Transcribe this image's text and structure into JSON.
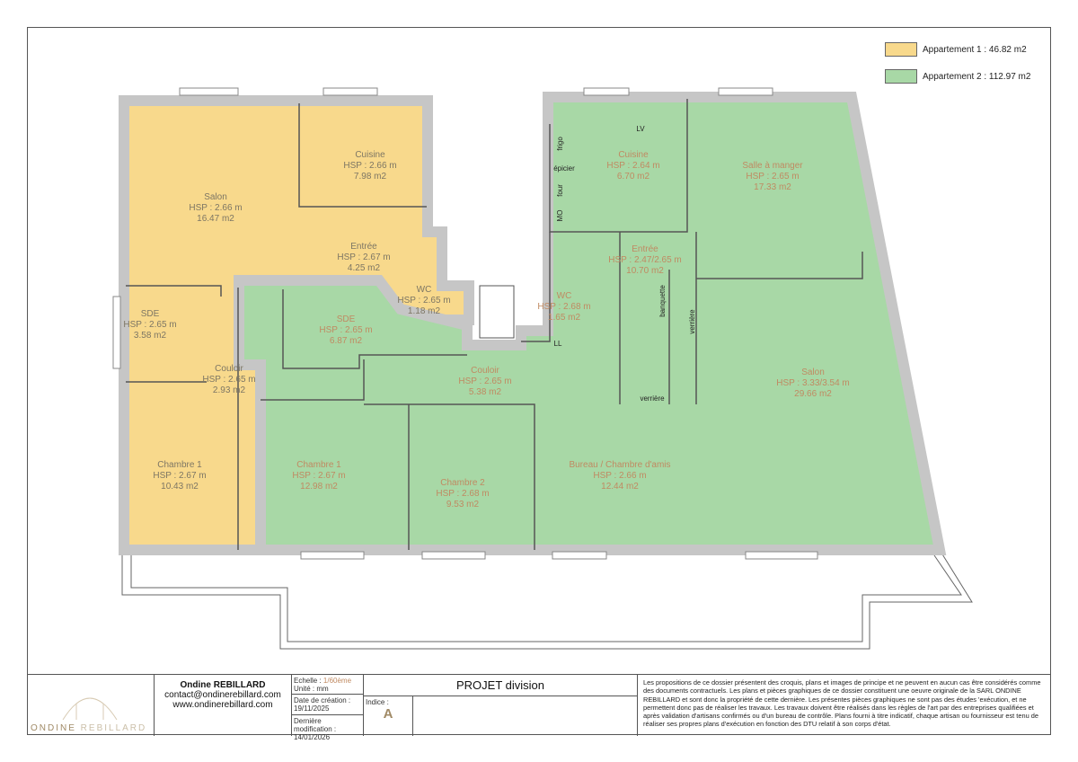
{
  "legend": [
    {
      "label": "Appartement 1 : 46.82 m2",
      "color": "#f8d98c"
    },
    {
      "label": "Appartement 2 : 112.97 m2",
      "color": "#a8d8a6"
    }
  ],
  "colors": {
    "apt1": "#f8d98c",
    "apt2": "#a8d8a6",
    "wall": "#c6c6c6",
    "apt1_text": "#7d7664",
    "apt2_text": "#c08a62"
  },
  "rooms": {
    "apt1": [
      {
        "name": "Salon",
        "hsp": "HSP : 2.66 m",
        "area": "16.47 m2"
      },
      {
        "name": "Cuisine",
        "hsp": "HSP : 2.66 m",
        "area": "7.98 m2"
      },
      {
        "name": "Entrée",
        "hsp": "HSP : 2.67 m",
        "area": "4.25 m2"
      },
      {
        "name": "WC",
        "hsp": "HSP : 2.65 m",
        "area": "1.18 m2"
      },
      {
        "name": "SDE",
        "hsp": "HSP : 2.65 m",
        "area": "3.58 m2"
      },
      {
        "name": "Couloir",
        "hsp": "HSP : 2.65 m",
        "area": "2.93 m2"
      },
      {
        "name": "Chambre 1",
        "hsp": "HSP : 2.67 m",
        "area": "10.43 m2"
      }
    ],
    "apt2": [
      {
        "name": "SDE",
        "hsp": "HSP : 2.65 m",
        "area": "6.87 m2"
      },
      {
        "name": "Couloir",
        "hsp": "HSP : 2.65 m",
        "area": "5.38 m2"
      },
      {
        "name": "Chambre 1",
        "hsp": "HSP : 2.67 m",
        "area": "12.98 m2"
      },
      {
        "name": "Chambre 2",
        "hsp": "HSP : 2.68 m",
        "area": "9.53 m2"
      },
      {
        "name": "Bureau / Chambre d'amis",
        "hsp": "HSP : 2.66 m",
        "area": "12.44 m2"
      },
      {
        "name": "Cuisine",
        "hsp": "HSP : 2.64 m",
        "area": "6.70 m2"
      },
      {
        "name": "Salle à manger",
        "hsp": "HSP : 2.65 m",
        "area": "17.33 m2"
      },
      {
        "name": "Entrée",
        "hsp": "HSP : 2.47/2.65 m",
        "area": "10.70 m2"
      },
      {
        "name": "WC",
        "hsp": "HSP : 2.68 m",
        "area": "1.65 m2"
      },
      {
        "name": "Salon",
        "hsp": "HSP : 3.33/3.54 m",
        "area": "29.66 m2"
      }
    ]
  },
  "fixtures": [
    "LV",
    "frigo",
    "épicier",
    "four",
    "MO",
    "LL",
    "banquette",
    "verrière",
    "verrière"
  ],
  "titleblock": {
    "logo": "ONDINE REBILLARD",
    "name": "Ondine REBILLARD",
    "email": "contact@ondinerebillard.com",
    "website": "www.ondinerebillard.com",
    "scale_label": "Echelle : ",
    "scale_value": "1/60ème",
    "unit": "Unité : mm",
    "created_label": "Date de création :",
    "created": "19/11/2025",
    "modified_label": "Dernière modification :",
    "modified": "14/01/2026",
    "index_label": "Indice :",
    "index": "A",
    "project": "PROJET division",
    "disclaimer": "Les propositions de ce dossier présentent des croquis, plans et images de principe et ne peuvent en aucun cas être considérés comme des documents contractuels. Les plans et pièces graphiques de ce dossier constituent une oeuvre originale de la SARL ONDINE REBILLARD et sont donc la propriété de cette dernière. Les présentes pièces graphiques ne sont pas des études 'exécution, et ne permettent donc pas de réaliser les travaux. Les travaux doivent être réalisés dans les règles de l'art par des entreprises qualifiées et après validation d'artisans confirmés ou d'un bureau de contrôle. Plans fourni à titre indicatif, chaque artisan ou fournisseur est tenu de réaliser ses propres plans d'exécution en fonction des DTU relatif à son corps d'état."
  }
}
